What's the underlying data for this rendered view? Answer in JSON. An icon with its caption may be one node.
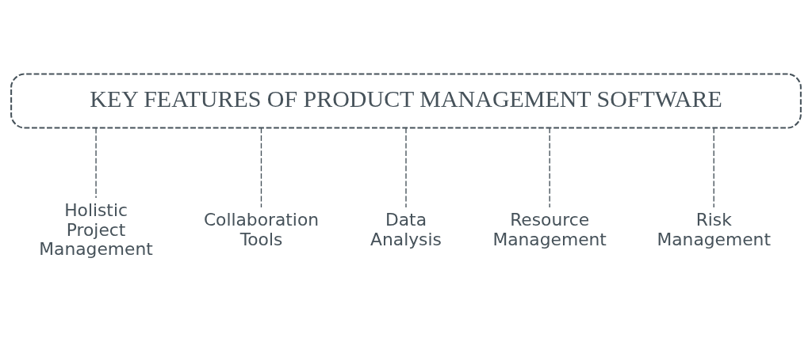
{
  "diagram": {
    "nodes": [
      {
        "text": [
          "KEY FEATURES OF PRODUCT MANAGEMENT SOFTWARE"
        ]
      },
      {
        "text": [
          "Holistic Project Management"
        ]
      },
      {
        "text": [
          "Collaboration Tools"
        ]
      },
      {
        "text": [
          "Data Analysis"
        ]
      },
      {
        "text": [
          "Resource Management"
        ]
      },
      {
        "text": [
          "Risk Management"
        ]
      }
    ],
    "edges": [
      {
        "from": 0,
        "to": 1,
        "arrow": "none",
        "style": "dashed"
      },
      {
        "from": 0,
        "to": 2,
        "arrow": "none",
        "style": "dashed"
      },
      {
        "from": 0,
        "to": 3,
        "arrow": "none",
        "style": "dashed"
      },
      {
        "from": 0,
        "to": 4,
        "arrow": "none",
        "style": "dashed"
      },
      {
        "from": 0,
        "to": 5,
        "arrow": "none",
        "style": "dashed"
      }
    ]
  }
}
